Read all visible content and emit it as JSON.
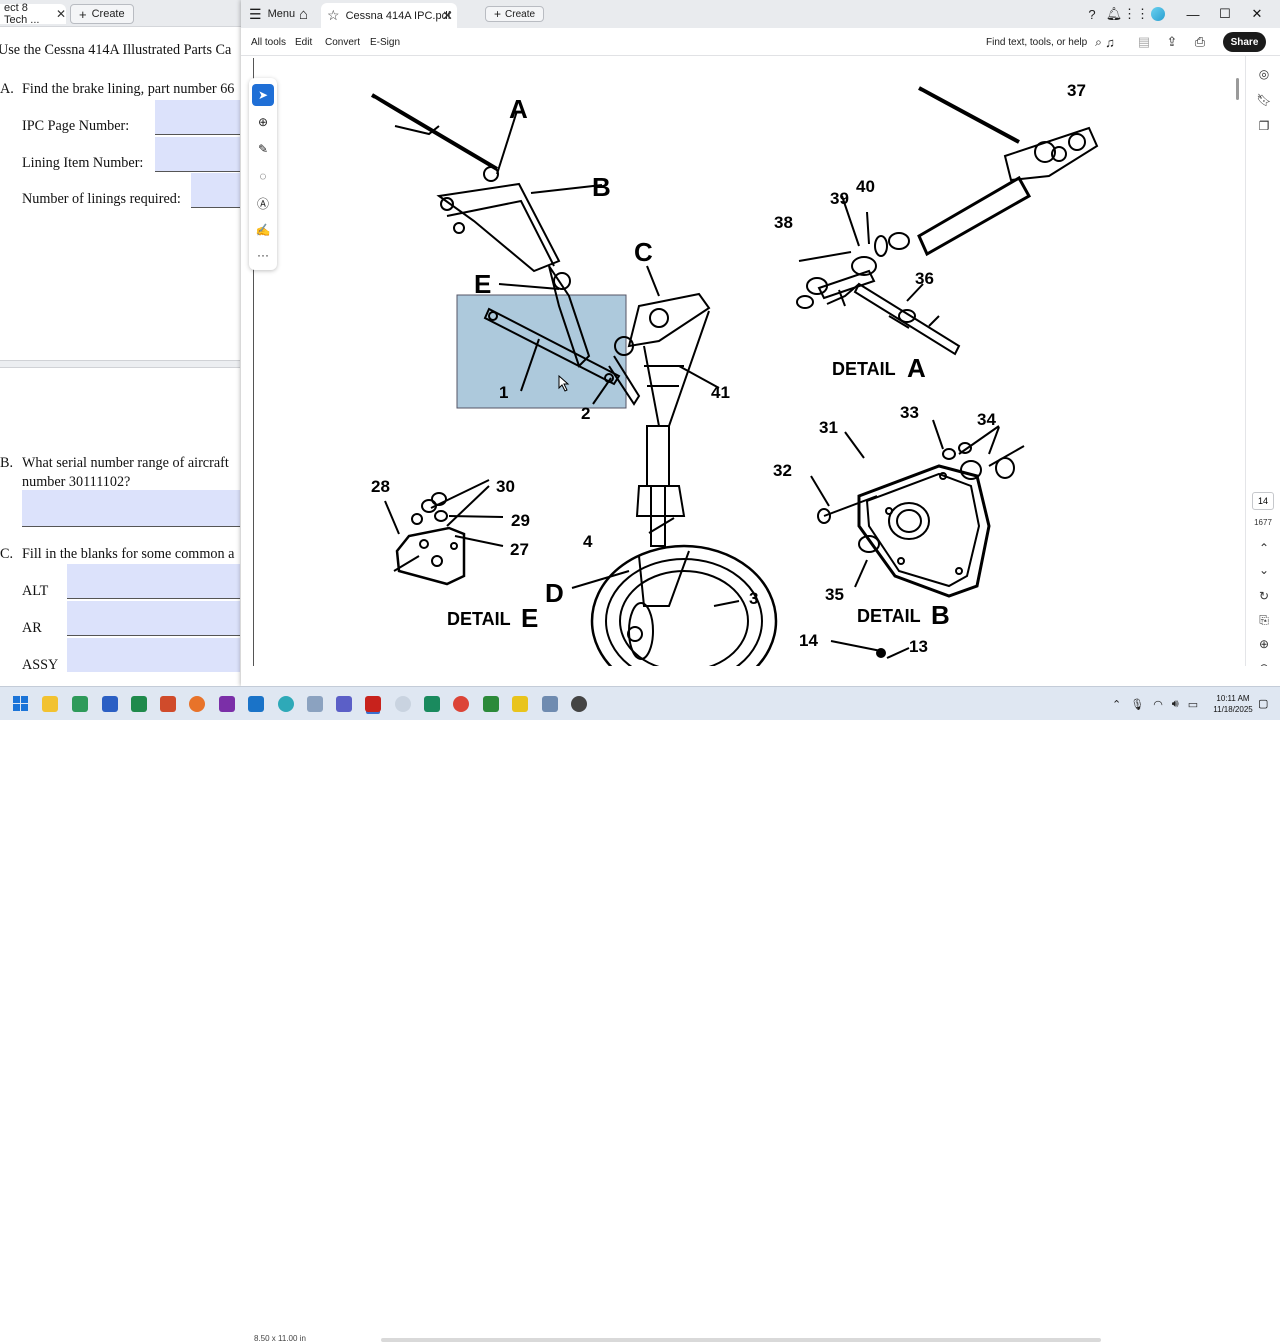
{
  "background_window": {
    "tab_title": "ect 8 Tech ...",
    "create_label": "Create",
    "worksheet": {
      "top_line": "Use the Cessna 414A Illustrated Parts Ca",
      "qa_label": "A.",
      "qa_text": "Find the brake lining, part number 66",
      "ipc_page_label": "IPC Page Number:",
      "lining_item_label": "Lining Item Number:",
      "linings_required_label": "Number of linings required:",
      "qb_label": "B.",
      "qb_text_1": "What serial number range of aircraft",
      "qb_text_2": "number 30111102?",
      "qc_label": "C.",
      "qc_text": "Fill in the blanks for some common a",
      "abbr_1": "ALT",
      "abbr_2": "AR",
      "abbr_3": "ASSY"
    }
  },
  "acrobat": {
    "menu_label": "Menu",
    "doc_tab_title": "Cessna 414A IPC.pdf",
    "create_label": "Create",
    "toolbar": {
      "all_tools": "All tools",
      "edit": "Edit",
      "convert": "Convert",
      "esign": "E-Sign",
      "find_placeholder": "Find text, tools, or help",
      "share": "Share"
    },
    "page_number": "14",
    "page_total": "1677",
    "page_size": "8.50 x 11.00 in",
    "selection_color": "#9fc0d6"
  },
  "diagram": {
    "letters": [
      "A",
      "B",
      "C",
      "E",
      "D"
    ],
    "numbers": [
      "1",
      "2",
      "41",
      "3",
      "4",
      "37",
      "38",
      "39",
      "40",
      "36",
      "31",
      "33",
      "34",
      "32",
      "35",
      "28",
      "30",
      "29",
      "27",
      "14",
      "13"
    ],
    "details": [
      "DETAIL",
      "A",
      "DETAIL",
      "E",
      "DETAIL",
      "B"
    ]
  },
  "taskbar": {
    "time": "10:11 AM",
    "date": "11/18/2025"
  }
}
